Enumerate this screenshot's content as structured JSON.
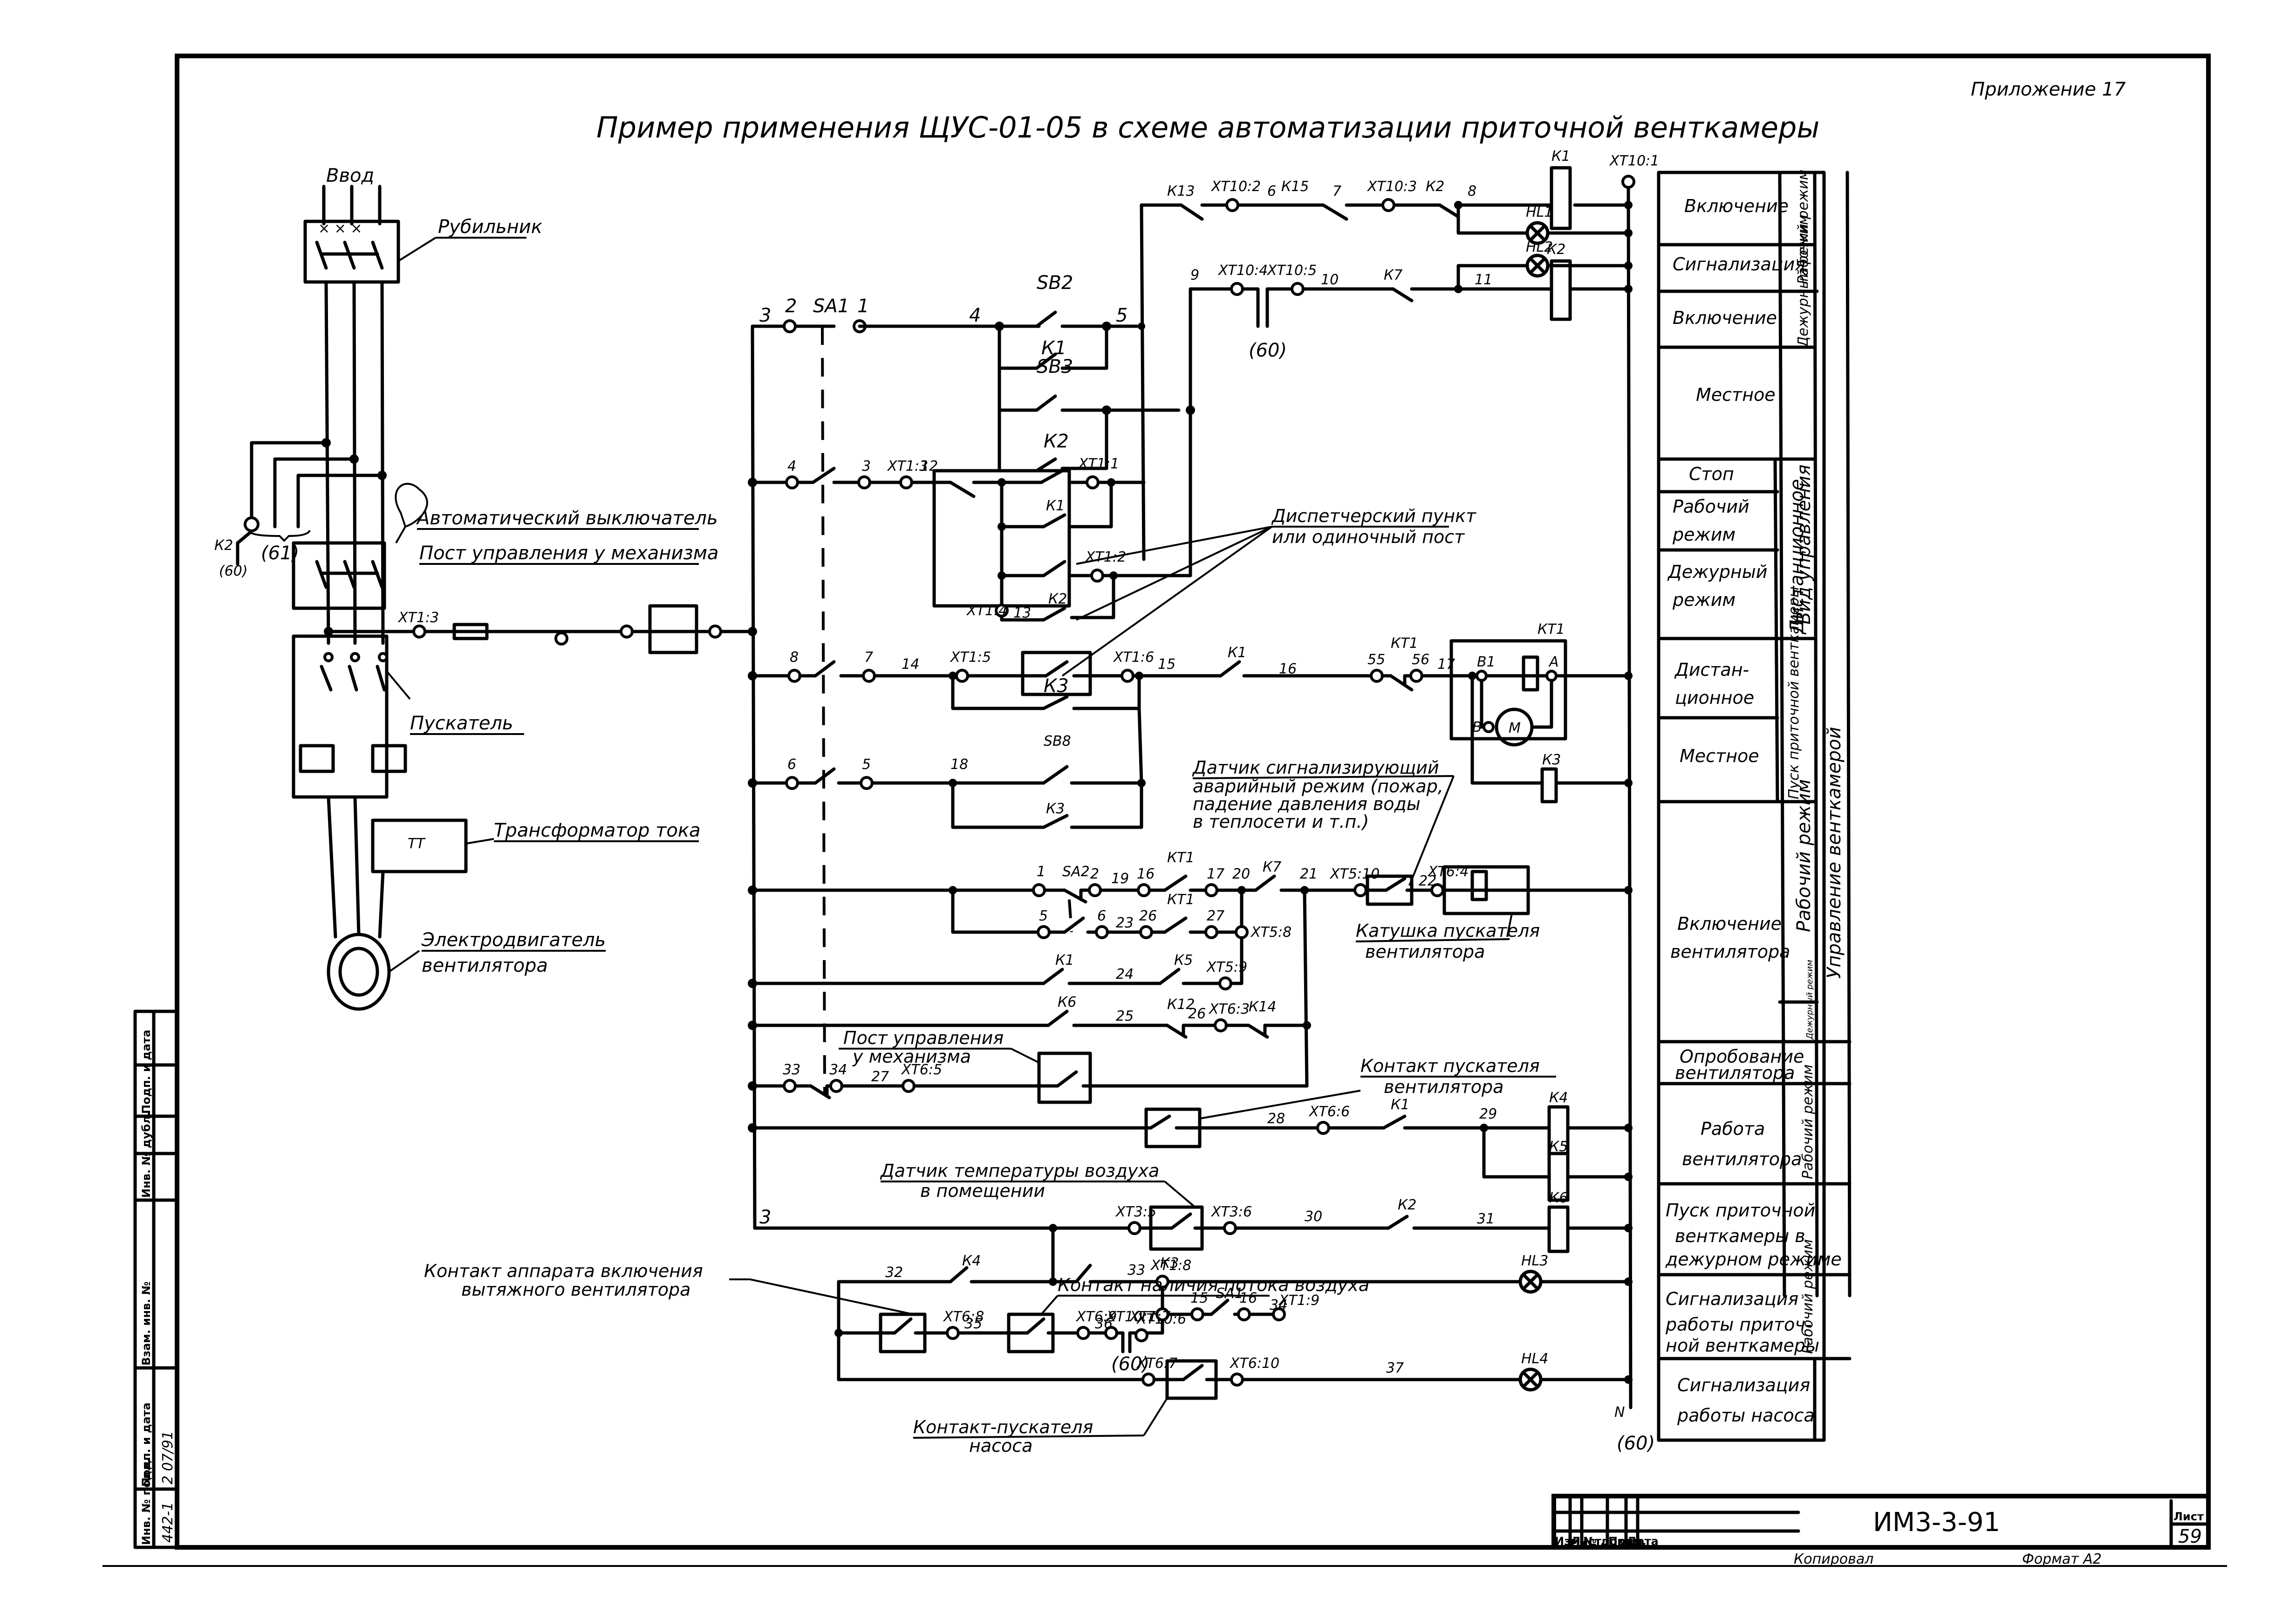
{
  "header": {
    "appendix": "Приложение 17",
    "title": "Пример применения   ЩУС-01-05   в схеме автоматизации приточной венткамеры"
  },
  "power_circuit": {
    "input": "Ввод",
    "switch": "Рубильник",
    "breaker": "Автоматический выключатель",
    "local_post": "Пост управления у механизма",
    "starter": "Пускатель",
    "current_transformer": "Трансформатор тока",
    "ct_code": "ТТ",
    "motor_line1": "Электродвигатель",
    "motor_line2": "вентилятора",
    "ref_61": "(61)",
    "ref_60": "(60)",
    "k2_label": "К2"
  },
  "control_labels": {
    "dispatch_line1": "Диспетчерский пункт",
    "dispatch_line2": "или одиночный пост",
    "sensor_line1": "Датчик сигнализирующий",
    "sensor_line2": "аварийный режим (пожар,",
    "sensor_line3": "падение давления воды",
    "sensor_line4": "в теплосети и т.п.)",
    "coil_line1": "Катушка пускателя",
    "coil_line2": "вентилятора",
    "post_line1": "Пост управления",
    "post_line2": "у механизма",
    "starter_contact_line1": "Контакт пускателя",
    "starter_contact_line2": "вентилятора",
    "temp_line1": "Датчик температуры воздуха",
    "temp_line2": "в помещении",
    "exhaust_line1": "Контакт аппарата включения",
    "exhaust_line2": "вытяжного вентилятора",
    "airflow": "Контакт наличия потока воздуха",
    "pump_line1": "Контакт-пускателя",
    "pump_line2": "насоса"
  },
  "wire_marks": {
    "w3": "3",
    "w2": "2",
    "sa1": "SA1",
    "w1": "1",
    "w4": "4",
    "sb2": "SB2",
    "w5": "5",
    "k1a": "К1",
    "sb3": "SB3",
    "k2a": "К2",
    "w4b": "4",
    "w3b": "3",
    "xt13": "ХТ1:3",
    "w12": "12",
    "xt11": "ХТ1:1",
    "k1b": "К1",
    "xt12": "ХТ1:2",
    "xt14": "ХТ1:4",
    "w13": "13",
    "k2b": "К2",
    "k13": "К13",
    "xt102": "ХТ10:2",
    "w6": "6",
    "k15": "К15",
    "w7": "7",
    "xt103": "ХТ10:3",
    "k2c": "К2",
    "w8": "8",
    "k1coil": "К1",
    "hl1": "HL1",
    "hl2": "HL2",
    "k2coil": "К2",
    "xt101": "ХТ10:1",
    "w9": "9",
    "xt104": "ХТ10:4",
    "xt105": "ХТ10:5",
    "w10": "10",
    "k7": "К7",
    "w11": "11",
    "ref60a": "(60)",
    "r8": "8",
    "r7": "7",
    "w14": "14",
    "xt15": "ХТ1:5",
    "xt16": "ХТ1:6",
    "w15": "15",
    "k1c": "К1",
    "w16": "16",
    "w55": "55",
    "kt1a": "КТ1",
    "w56": "56",
    "w17": "17",
    "kt1box": "КТ1",
    "b1": "В1",
    "a": "А",
    "b": "В",
    "m": "М",
    "k3coil": "К3",
    "k3a": "К3",
    "r6": "6",
    "r5": "5",
    "w18": "18",
    "sb8": "SB8",
    "k3b": "К3",
    "c1": "1",
    "sa2": "SA2",
    "c2": "2",
    "w19": "19",
    "c16": "16",
    "kt1b": "КТ1",
    "c17": "17",
    "w20": "20",
    "k7b": "К7",
    "w21": "21",
    "xt510": "ХТ5:10",
    "w22": "22",
    "xt64": "ХТ6:4",
    "d5": "5",
    "d6": "6",
    "w23": "23",
    "w26": "26",
    "kt1c": "КТ1",
    "w27": "27",
    "xt58": "ХТ5:8",
    "k1d": "К1",
    "w24": "24",
    "k5": "К5",
    "xt59": "ХТ5:9",
    "k6": "К6",
    "w25": "25",
    "k12": "К12",
    "w26b": "26",
    "xt63": "ХТ6:3",
    "k14": "К14",
    "w33": "33",
    "w34": "34",
    "w27b": "27",
    "xt65": "ХТ6:5",
    "w28": "28",
    "xt66": "ХТ6:6",
    "k1e": "К1",
    "w29": "29",
    "k4coil": "К4",
    "k5coil": "К5",
    "k6coil": "К6",
    "w3c": "3",
    "xt35": "ХТ3:5",
    "xt36": "ХТ3:6",
    "w30": "30",
    "k2d": "К2",
    "w31": "31",
    "k3c": "К3",
    "w32": "32",
    "k4": "К4",
    "w33b": "33",
    "xt18": "ХТ1:8",
    "hl3": "HL3",
    "x68": "ХТ6:8",
    "w35": "35",
    "xt69": "ХТ6:9",
    "w36": "36",
    "xt107": "ХТ10:7",
    "xt106": "ХТ10:6",
    "xt17": "ХТ1:7",
    "w15b": "15",
    "sa1b": "SA1",
    "w16b": "16",
    "w34b": "34",
    "xt19": "ХТ1:9",
    "ref60b": "(60)",
    "xt67": "ХТ6:7",
    "xt610": "ХТ6:10",
    "w37": "37",
    "hl4": "HL4",
    "n": "N",
    "ref60c": "(60)"
  },
  "function_table": {
    "rows": [
      {
        "label": "Включение",
        "group": "Рабочий режим"
      },
      {
        "label": "Сигнализация",
        "group": ""
      },
      {
        "label": "Включение",
        "group": "Дежурный режим"
      },
      {
        "label": "Местное",
        "group": ""
      },
      {
        "label": "Стоп",
        "group": ""
      },
      {
        "label": "Рабочий режим",
        "group": ""
      },
      {
        "label": "Дежурный режим",
        "group": ""
      },
      {
        "label": "Дистанционное",
        "group": ""
      },
      {
        "label": "Местное",
        "group": ""
      },
      {
        "label": "Включение вентилятора",
        "group": ""
      },
      {
        "label": "Опробование вентилятора",
        "group": ""
      },
      {
        "label": "Работа вентилятора",
        "group": "Рабочий режим"
      },
      {
        "label": "Пуск приточной венткамеры в дежурном режиме",
        "group": ""
      },
      {
        "label": "Сигнализация работы приточной венткамеры",
        "group": "Рабочий режим"
      },
      {
        "label": "Сигнализация работы насоса",
        "group": ""
      }
    ],
    "vertical": {
      "mode_work": "Рабочий режим",
      "mode_duty": "Дежурный режим",
      "control_type": "Вид управления",
      "remote": "Дистанционное",
      "start_supply": "Пуск приточной венткамеры",
      "working_mode": "Рабочий режим",
      "duty_small": "Дежурный режим",
      "control_chamber": "Управление венткамерой"
    }
  },
  "title_block": {
    "doc_code": "ИМ3-3-91",
    "sheet_label": "Лист",
    "sheet_number": "59",
    "columns": [
      "Изм",
      "Лист",
      "№ докум.",
      "Подп.",
      "Дата"
    ],
    "copied": "Копировал",
    "format": "Формат А2"
  },
  "side_stamp": {
    "columns": [
      "Инв. № подл.",
      "Подп. и дата",
      "Взам. инв. №",
      "Инв. № дубл.",
      "Подп. и дата"
    ],
    "inv_value": "442-1",
    "sign_value": "2 07/91"
  }
}
